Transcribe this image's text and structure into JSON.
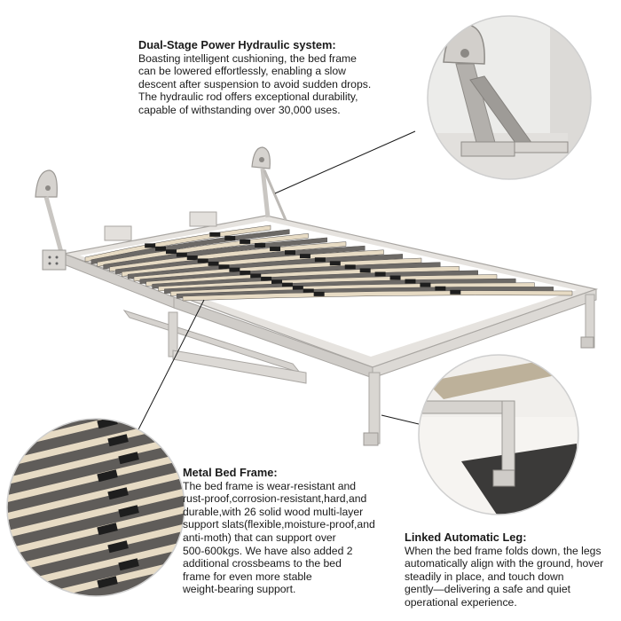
{
  "callouts": {
    "hydraulic": {
      "title": "Dual-Stage Power Hydraulic system:",
      "lines": "Boasting intelligent cushioning, the bed frame\ncan be lowered effortlessly, enabling a slow\ndescent after suspension to avoid sudden drops.\nThe hydraulic rod offers exceptional durability,\ncapable of withstanding over 30,000 uses."
    },
    "frame": {
      "title": "Metal Bed Frame:",
      "lines": "The bed frame is wear-resistant and\nrust-proof,corrosion-resistant,hard,and\ndurable,with 26 solid wood multi-layer\nsupport slats(flexible,moisture-proof,and\nanti-moth) that can support over\n500-600kgs. We have also added 2\nadditional crossbeams to the bed\nframe for even more stable\nweight-bearing support."
    },
    "leg": {
      "title": "Linked Automatic Leg:",
      "lines": "When the bed frame folds down, the legs\nautomatically align with the ground, hover\nsteadily in place, and touch down\ngently—delivering a safe and quiet\noperational experience."
    }
  },
  "colors": {
    "frame": "#d9d6d2",
    "frame_edge": "#a9a6a2",
    "slat_top": "#e8dcc6",
    "slat_dark": "#5a5754",
    "strap": "#1e1e1e"
  }
}
